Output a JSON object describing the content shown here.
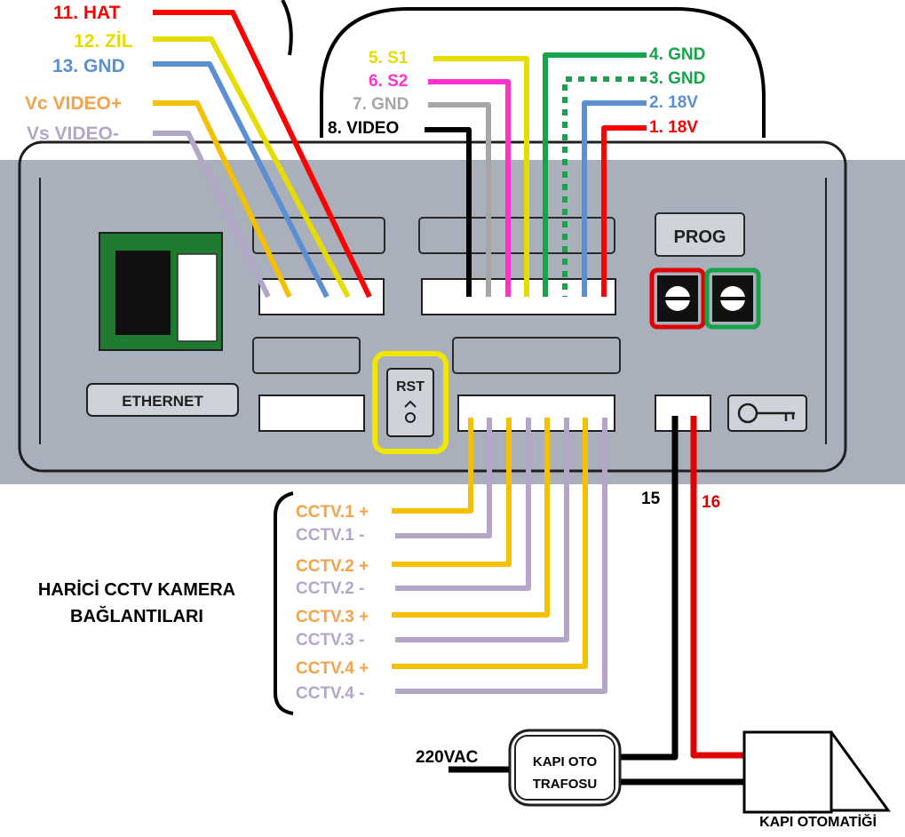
{
  "left_connector": {
    "wires": [
      {
        "label": "11. HAT",
        "color": "#ff0000"
      },
      {
        "label": "12. ZİL",
        "color": "#e6dc00"
      },
      {
        "label": "13. GND",
        "color": "#5b8fd4"
      },
      {
        "label": "Vc VIDEO+",
        "color": "#f5a24a"
      },
      {
        "label": "Vs VIDEO-",
        "color": "#b3a6c9"
      }
    ]
  },
  "right_connector": {
    "left_wires": [
      {
        "label": "5. S1",
        "color": "#e6dc00"
      },
      {
        "label": "6. S2",
        "color": "#ff33cc"
      },
      {
        "label": "7. GND",
        "color": "#a6a6a6"
      },
      {
        "label": "8. VIDEO",
        "color": "#000000"
      }
    ],
    "right_wires": [
      {
        "label": "4. GND",
        "color": "#16a34a"
      },
      {
        "label": "3. GND",
        "color": "#16a34a"
      },
      {
        "label": "2. 18V",
        "color": "#5b8fd4"
      },
      {
        "label": "1. 18V",
        "color": "#ff0000"
      }
    ]
  },
  "board": {
    "prog_label": "PROG",
    "ethernet_label": "ETHERNET",
    "reset_label": "RST"
  },
  "cctv": {
    "section_title_line1": "HARİCİ CCTV KAMERA",
    "section_title_line2": "BAĞLANTILARI",
    "items": [
      {
        "label": "CCTV.1 +",
        "color": "#f5a24a"
      },
      {
        "label": "CCTV.1 -",
        "color": "#b3a6c9"
      },
      {
        "label": "CCTV.2 +",
        "color": "#f5a24a"
      },
      {
        "label": "CCTV.2 -",
        "color": "#b3a6c9"
      },
      {
        "label": "CCTV.3 +",
        "color": "#f5a24a"
      },
      {
        "label": "CCTV.3 -",
        "color": "#b3a6c9"
      },
      {
        "label": "CCTV.4 +",
        "color": "#f5a24a"
      },
      {
        "label": "CCTV.4 -",
        "color": "#b3a6c9"
      }
    ]
  },
  "door": {
    "wire_15_label": "15",
    "wire_16_label": "16",
    "supply_label": "220VAC",
    "transformer_line1": "KAPI OTO",
    "transformer_line2": "TRAFOSU",
    "door_lock_label": "KAPI OTOMATİĞİ"
  },
  "colors": {
    "panel": "#a9b0bb",
    "panel_line": "#1f1f1f",
    "socket": "#ffffff",
    "reset_highlight": "#f2e600",
    "prog_red": "#e00000",
    "prog_green": "#16a34a",
    "cctv_plus_wire": "#f5c000",
    "cctv_minus_wire": "#b3a6c9"
  }
}
